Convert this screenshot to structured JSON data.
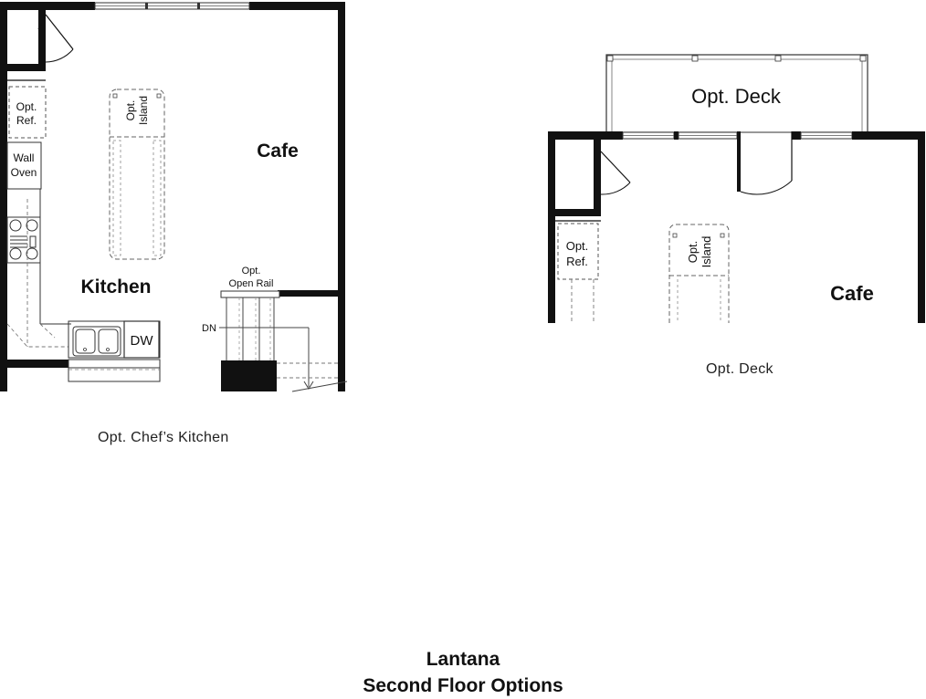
{
  "kitchen_plan": {
    "caption": "Opt. Chef’s Kitchen",
    "rooms": {
      "kitchen": "Kitchen",
      "cafe": "Cafe"
    },
    "fixtures": {
      "ref_line1": "Opt.",
      "ref_line2": "Ref.",
      "oven_line1": "Wall",
      "oven_line2": "Oven",
      "island_line1": "Opt.",
      "island_line2": "Island",
      "dishwasher": "DW",
      "rail_line1": "Opt.",
      "rail_line2": "Open Rail",
      "stair_direction": "DN"
    }
  },
  "deck_plan": {
    "caption": "Opt. Deck",
    "rooms": {
      "deck": "Opt. Deck",
      "cafe": "Cafe"
    },
    "fixtures": {
      "ref_line1": "Opt.",
      "ref_line2": "Ref.",
      "island_line1": "Opt.",
      "island_line2": "Island"
    }
  },
  "footer": {
    "title_line1": "Lantana",
    "title_line2": "Second Floor Options"
  }
}
